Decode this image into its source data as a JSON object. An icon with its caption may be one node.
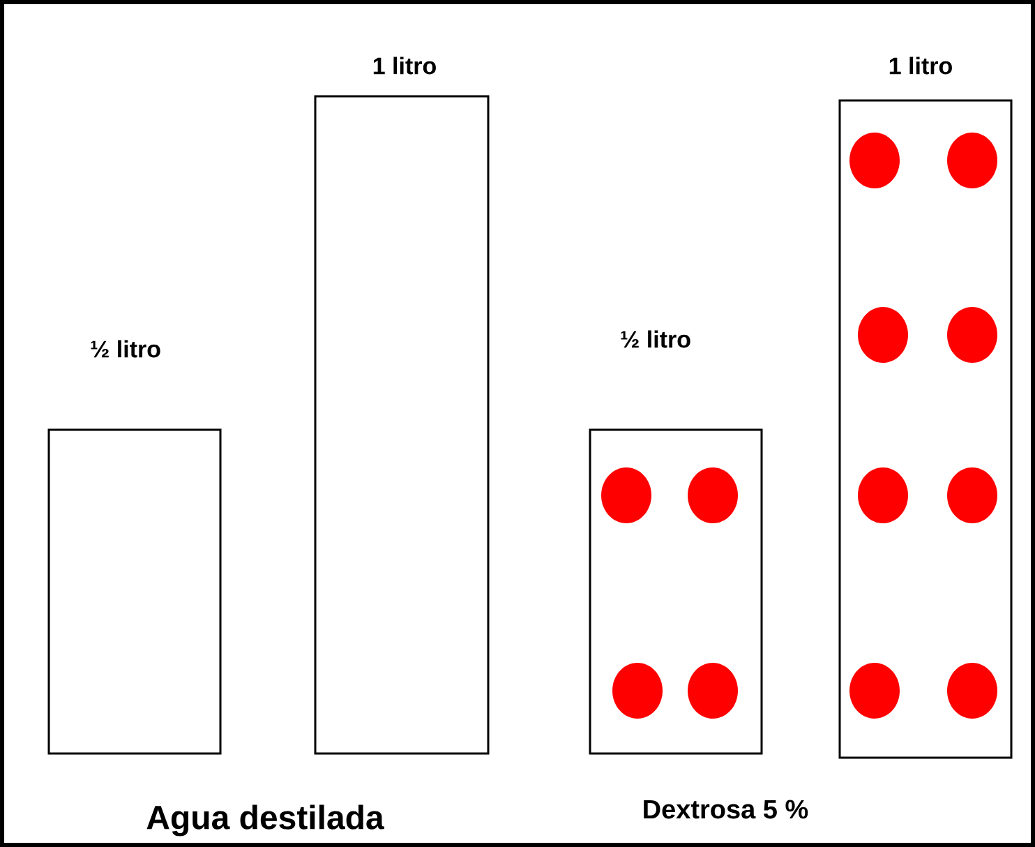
{
  "diagram": {
    "nodes": [
      {
        "text": [
          "½ litro"
        ]
      },
      {
        "text": [
          "1 litro"
        ]
      },
      {
        "text": [
          "½ litro"
        ]
      },
      {
        "text": [
          "1 litro"
        ]
      }
    ],
    "labels": [
      "Agua destilada",
      "Dextrosa 5 %"
    ]
  }
}
